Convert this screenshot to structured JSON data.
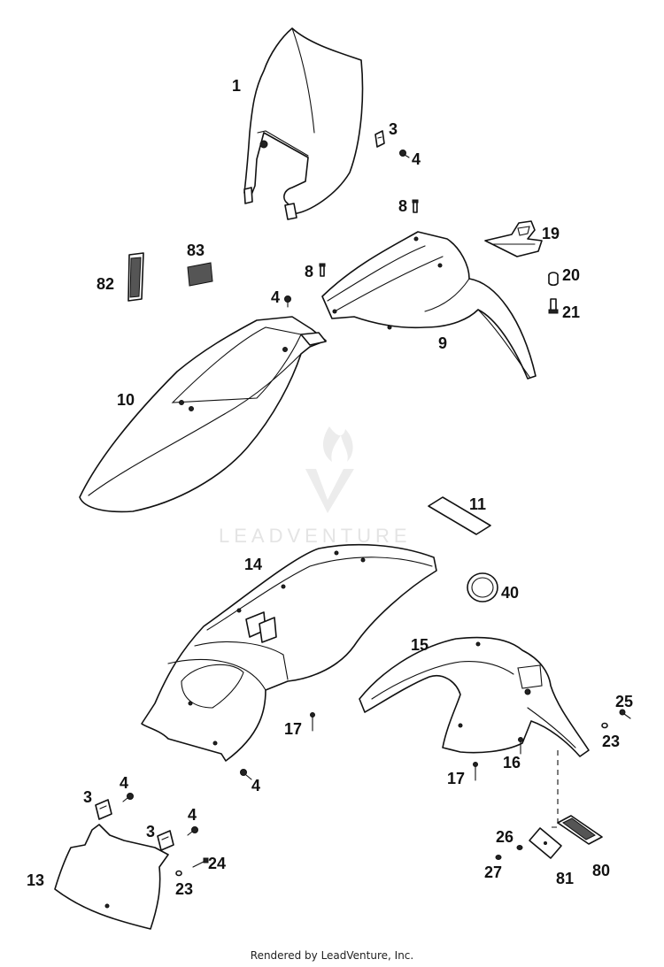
{
  "callouts": {
    "c1": "1",
    "c3a": "3",
    "c4a": "4",
    "c8a": "8",
    "c19": "19",
    "c83": "83",
    "c82": "82",
    "c8b": "8",
    "c20": "20",
    "c4b": "4",
    "c21": "21",
    "c9": "9",
    "c10": "10",
    "c11": "11",
    "c14": "14",
    "c40": "40",
    "c15": "15",
    "c25": "25",
    "c17a": "17",
    "c23a": "23",
    "c16": "16",
    "c4c": "4",
    "c17b": "17",
    "c4d": "4",
    "c3b": "3",
    "c4e": "4",
    "c3c": "3",
    "c26": "26",
    "c24": "24",
    "c13": "13",
    "c23b": "23",
    "c27": "27",
    "c81": "81",
    "c80": "80"
  },
  "watermark": {
    "text": "LEADVENTURE"
  },
  "footer": {
    "text": "Rendered by LeadVenture, Inc."
  }
}
